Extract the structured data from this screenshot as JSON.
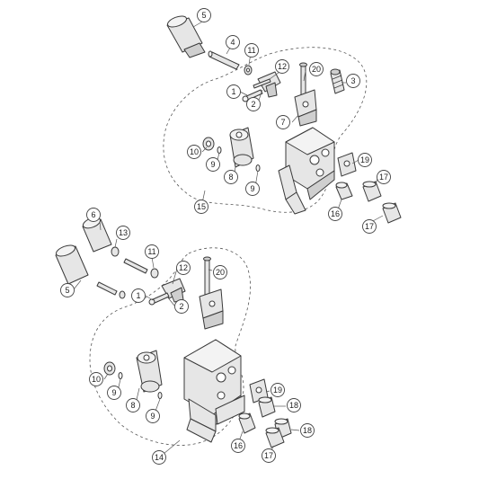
{
  "title": "",
  "callouts": [
    {
      "id": "c1",
      "label": "5"
    },
    {
      "id": "c2",
      "label": "4"
    },
    {
      "id": "c3",
      "label": "11"
    },
    {
      "id": "c4",
      "label": "12"
    },
    {
      "id": "c5",
      "label": "20"
    },
    {
      "id": "c6",
      "label": "3"
    },
    {
      "id": "c7",
      "label": "1"
    },
    {
      "id": "c8",
      "label": "2"
    },
    {
      "id": "c9",
      "label": "7"
    },
    {
      "id": "c10",
      "label": "10"
    },
    {
      "id": "c11",
      "label": "9"
    },
    {
      "id": "c12",
      "label": "8"
    },
    {
      "id": "c13",
      "label": "9"
    },
    {
      "id": "c14",
      "label": "19"
    },
    {
      "id": "c15",
      "label": "17"
    },
    {
      "id": "c16",
      "label": "16"
    },
    {
      "id": "c17",
      "label": "17"
    },
    {
      "id": "c18",
      "label": "15"
    },
    {
      "id": "c19",
      "label": "6"
    },
    {
      "id": "c20",
      "label": "13"
    },
    {
      "id": "c21",
      "label": "11"
    },
    {
      "id": "c22",
      "label": "12"
    },
    {
      "id": "c23",
      "label": "20"
    },
    {
      "id": "c24",
      "label": "5"
    },
    {
      "id": "c25",
      "label": "1"
    },
    {
      "id": "c26",
      "label": "2"
    },
    {
      "id": "c27",
      "label": "10"
    },
    {
      "id": "c28",
      "label": "9"
    },
    {
      "id": "c29",
      "label": "8"
    },
    {
      "id": "c30",
      "label": "9"
    },
    {
      "id": "c31",
      "label": "19"
    },
    {
      "id": "c32",
      "label": "18"
    },
    {
      "id": "c33",
      "label": "18"
    },
    {
      "id": "c34",
      "label": "16"
    },
    {
      "id": "c35",
      "label": "17"
    },
    {
      "id": "c36",
      "label": "14"
    }
  ]
}
